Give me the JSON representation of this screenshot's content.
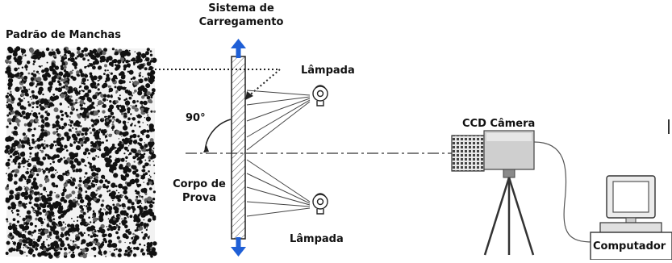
{
  "labels": {
    "speckle_pattern": "Padrão de Manchas",
    "loading_system": "Sistema de\nCarregamento",
    "lamp_top": "Lâmpada",
    "lamp_bottom": "Lâmpada",
    "angle": "90°",
    "specimen": "Corpo de\nProva",
    "ccd_camera": "CCD Câmera",
    "computer": "Computador"
  },
  "colors": {
    "arrow": "#1f5fd6",
    "line": "#333333",
    "specimen_fill": "#ffffff"
  }
}
